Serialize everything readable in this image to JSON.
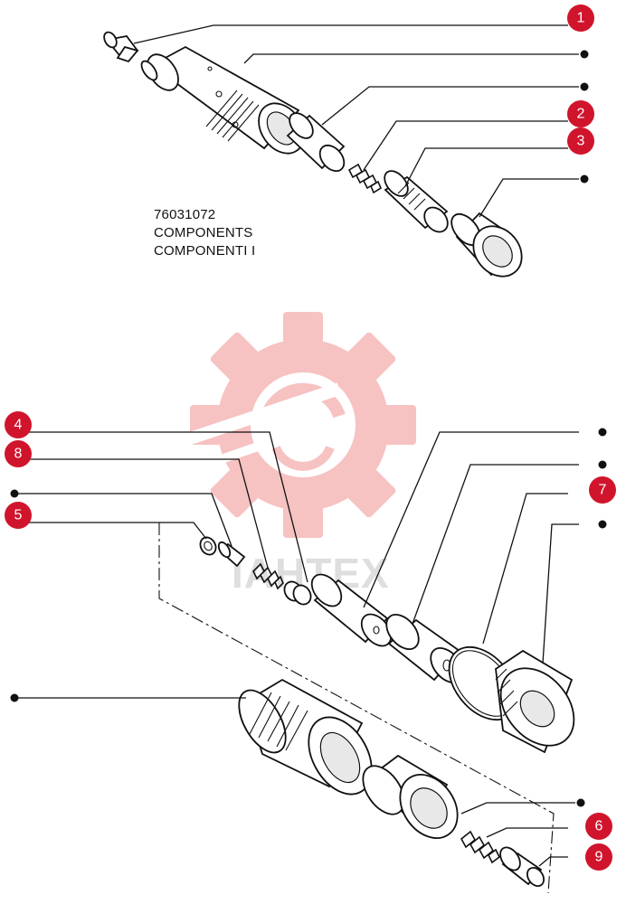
{
  "part_code": {
    "number": "76031072",
    "line_en": "COMPONENTS",
    "line_it": "COMPONENTI I"
  },
  "watermark": {
    "text": "IAHTEX",
    "gear_color": "#f6b8b8"
  },
  "colors": {
    "callout_fill": "#d0142c",
    "callout_text": "#ffffff",
    "line_art": "#111111"
  },
  "callouts": [
    {
      "id": "c1",
      "label": "1"
    },
    {
      "id": "c2",
      "label": "2"
    },
    {
      "id": "c3",
      "label": "3"
    },
    {
      "id": "c4",
      "label": "4"
    },
    {
      "id": "c8",
      "label": "8"
    },
    {
      "id": "c5",
      "label": "5"
    },
    {
      "id": "c7",
      "label": "7"
    },
    {
      "id": "c6",
      "label": "6"
    },
    {
      "id": "c9",
      "label": "9"
    }
  ]
}
